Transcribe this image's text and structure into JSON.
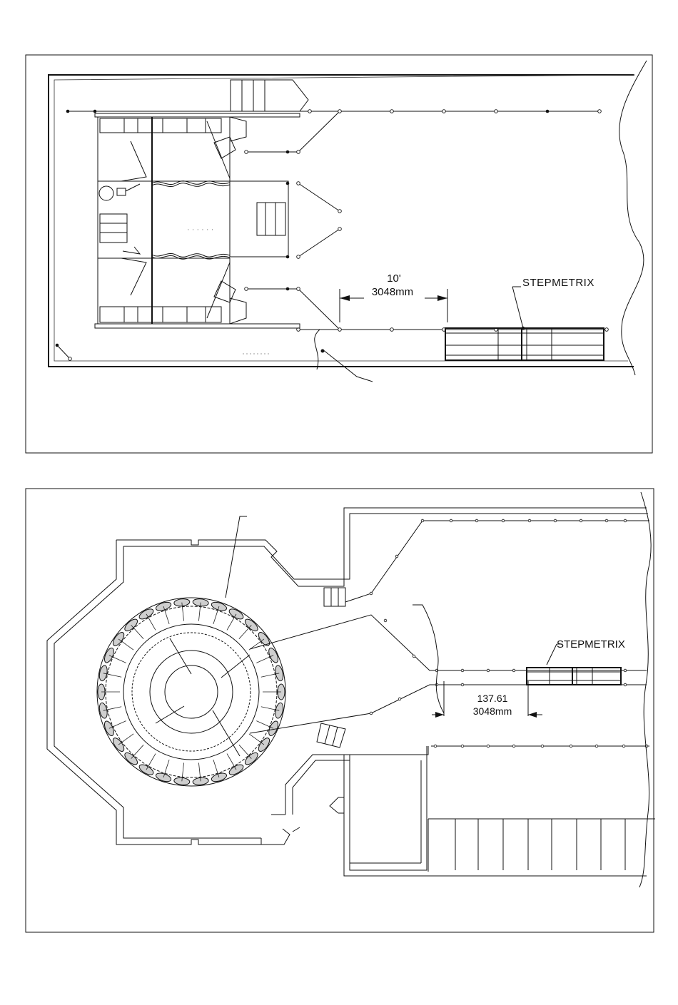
{
  "plan_top": {
    "dimension_feet": "10'",
    "dimension_mm": "3048mm",
    "equipment_label": "STEPMETRIX"
  },
  "plan_bottom": {
    "dimension_value": "137.61",
    "dimension_mm": "3048mm",
    "equipment_label": "STEPMETRIX"
  }
}
